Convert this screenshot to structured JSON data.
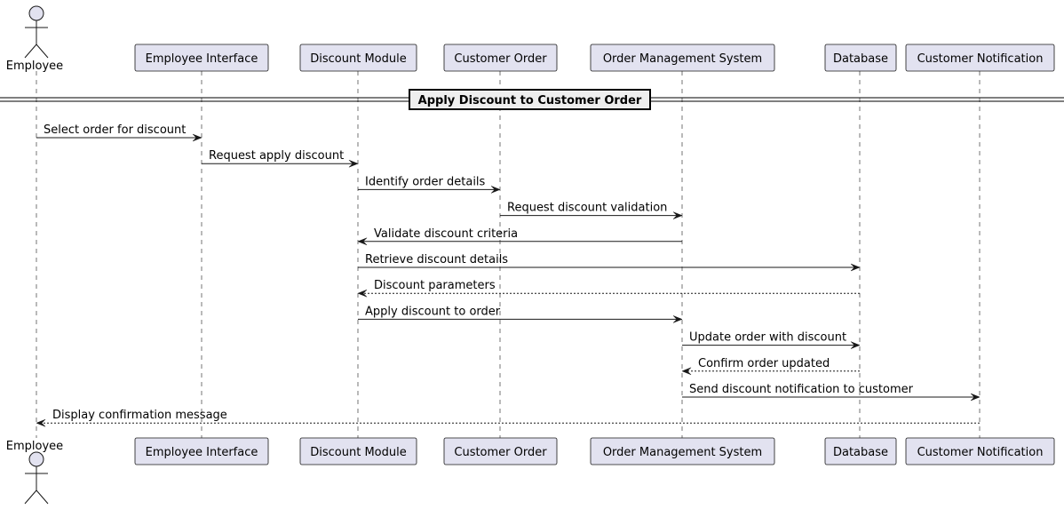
{
  "divider": {
    "title": "Apply Discount to Customer Order"
  },
  "participants": [
    {
      "id": "employee",
      "name": "Employee",
      "kind": "actor"
    },
    {
      "id": "ui",
      "name": "Employee Interface",
      "kind": "participant"
    },
    {
      "id": "discount",
      "name": "Discount Module",
      "kind": "participant"
    },
    {
      "id": "order",
      "name": "Customer Order",
      "kind": "participant"
    },
    {
      "id": "oms",
      "name": "Order Management System",
      "kind": "participant"
    },
    {
      "id": "db",
      "name": "Database",
      "kind": "participant"
    },
    {
      "id": "notify",
      "name": "Customer Notification",
      "kind": "participant"
    }
  ],
  "messages": [
    {
      "from": "employee",
      "to": "ui",
      "label": "Select order for discount",
      "style": "solid"
    },
    {
      "from": "ui",
      "to": "discount",
      "label": "Request apply discount",
      "style": "solid"
    },
    {
      "from": "discount",
      "to": "order",
      "label": "Identify order details",
      "style": "solid"
    },
    {
      "from": "order",
      "to": "oms",
      "label": "Request discount validation",
      "style": "solid"
    },
    {
      "from": "oms",
      "to": "discount",
      "label": "Validate discount criteria",
      "style": "solid"
    },
    {
      "from": "discount",
      "to": "db",
      "label": "Retrieve discount details",
      "style": "solid"
    },
    {
      "from": "db",
      "to": "discount",
      "label": "Discount parameters",
      "style": "dashed"
    },
    {
      "from": "discount",
      "to": "oms",
      "label": "Apply discount to order",
      "style": "solid"
    },
    {
      "from": "oms",
      "to": "db",
      "label": "Update order with discount",
      "style": "solid"
    },
    {
      "from": "db",
      "to": "oms",
      "label": "Confirm order updated",
      "style": "dashed"
    },
    {
      "from": "oms",
      "to": "notify",
      "label": "Send discount notification to customer",
      "style": "solid"
    },
    {
      "from": "notify",
      "to": "employee",
      "label": "Display confirmation message",
      "style": "dashed"
    }
  ]
}
